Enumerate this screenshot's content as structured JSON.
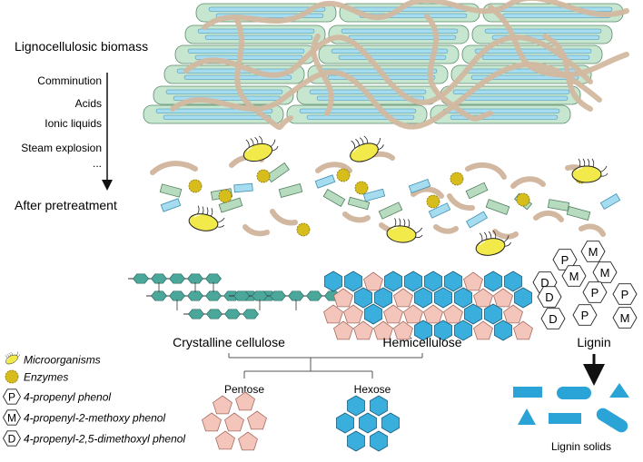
{
  "labels": {
    "biomass": "Lignocellulosic biomass",
    "after": "After pretreatment",
    "cellulose": "Crystalline cellulose",
    "hemicellulose": "Hemicellulose",
    "lignin": "Lignin",
    "pentose": "Pentose",
    "hexose": "Hexose",
    "lignin_solids": "Lignin solids"
  },
  "pretreatment_methods": [
    "Comminution",
    "Acids",
    "Ionic liquids",
    "Steam explosion",
    "..."
  ],
  "legend": [
    {
      "symbol": "",
      "text": "Microorganisms",
      "icon": "microorganism-icon"
    },
    {
      "symbol": "",
      "text": "Enzymes",
      "icon": "enzyme-icon"
    },
    {
      "symbol": "P",
      "text": "4-propenyl phenol",
      "icon": "hexagon-icon"
    },
    {
      "symbol": "M",
      "text": "4-propenyl-2-methoxy phenol",
      "icon": "hexagon-icon"
    },
    {
      "symbol": "D",
      "text": "4-propenyl-2,5-dimethoxyl phenol",
      "icon": "hexagon-icon"
    }
  ],
  "lignin_units": [
    "P",
    "M",
    "D",
    "M",
    "M",
    "D",
    "P",
    "P",
    "D",
    "P",
    "M"
  ],
  "colors": {
    "fiber": "#c6e6cf",
    "fiber_stroke": "#5a8a6a",
    "microfibril": "#a6dcef",
    "lignin_strand": "#d2b8a0",
    "cellulose": "#4aa79a",
    "hemicellulose_blue": "#3aaedc",
    "hemicellulose_pink": "#f4c5bb",
    "microbe": "#f1ea4a",
    "enzyme": "#d7bd1c",
    "solids": "#2aa3d6"
  }
}
